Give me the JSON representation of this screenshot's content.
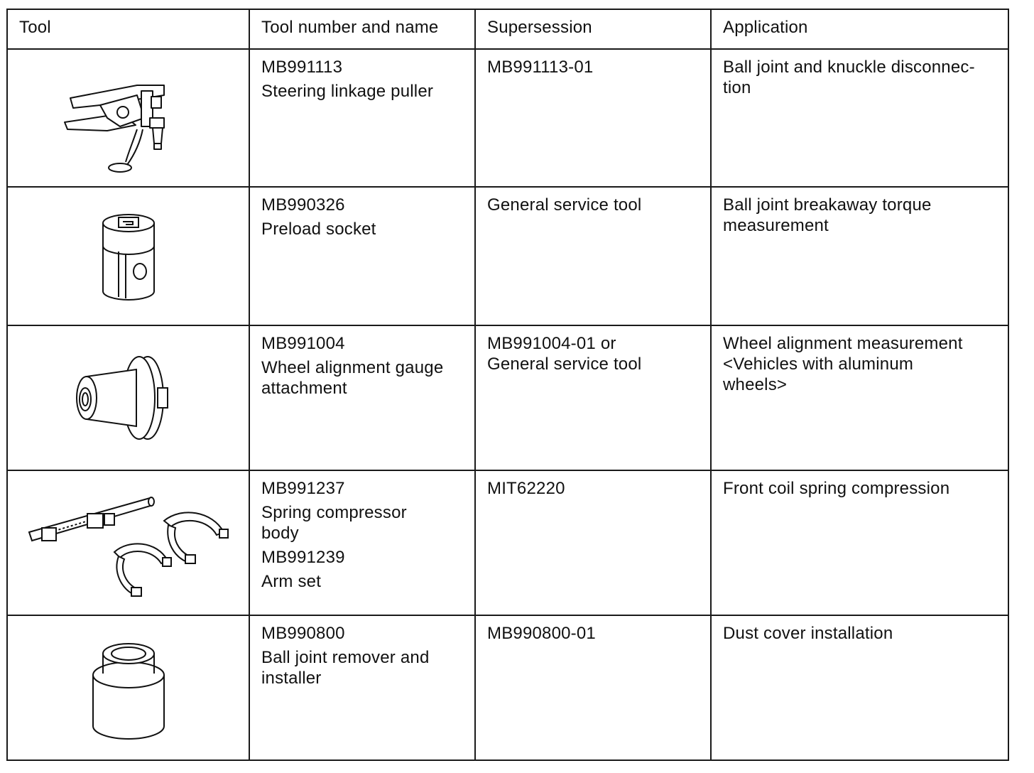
{
  "headers": [
    "Tool",
    "Tool number and name",
    "Supersession",
    "Application"
  ],
  "rows": [
    {
      "icon": "steering-linkage-puller-icon",
      "tool_number": "MB991113",
      "tool_name": [
        "Steering linkage puller"
      ],
      "supersession": [
        "MB991113-01"
      ],
      "application": [
        "Ball joint and knuckle disconnec-",
        "tion"
      ]
    },
    {
      "icon": "preload-socket-icon",
      "tool_number": "MB990326",
      "tool_name": [
        "Preload socket"
      ],
      "supersession": [
        "General service tool"
      ],
      "application": [
        "Ball joint breakaway torque",
        "measurement"
      ]
    },
    {
      "icon": "wheel-alignment-gauge-attachment-icon",
      "tool_number": "MB991004",
      "tool_name": [
        "Wheel alignment gauge",
        "attachment"
      ],
      "supersession": [
        "MB991004-01 or",
        "General service tool"
      ],
      "application": [
        "Wheel alignment measurement",
        "<Vehicles with aluminum",
        "wheels>"
      ]
    },
    {
      "icon": "spring-compressor-icon",
      "tool_number": "MB991237",
      "tool_name": [
        "Spring compressor",
        "body"
      ],
      "tool_number_2": "MB991239",
      "tool_name_2": [
        "Arm set"
      ],
      "supersession": [
        "MIT62220"
      ],
      "application": [
        "Front coil spring compression"
      ]
    },
    {
      "icon": "ball-joint-remover-installer-icon",
      "tool_number": "MB990800",
      "tool_name": [
        "Ball joint remover and",
        "installer"
      ],
      "supersession": [
        "MB990800-01"
      ],
      "application": [
        "Dust cover installation"
      ]
    }
  ]
}
